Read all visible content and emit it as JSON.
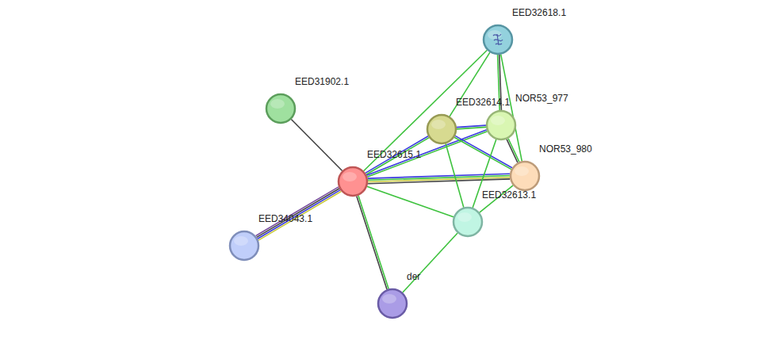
{
  "diagram": {
    "nodes": [
      {
        "text": [
          "EED32618.1"
        ]
      },
      {
        "text": [
          "EED31902.1"
        ]
      },
      {
        "text": [
          "EED32614.1"
        ]
      },
      {
        "text": [
          "NOR53_977"
        ]
      },
      {
        "text": [
          "EED32615.1"
        ]
      },
      {
        "text": [
          "NOR53_980"
        ]
      },
      {
        "text": [
          "EED32613.1"
        ]
      },
      {
        "text": [
          "EED34043.1"
        ]
      },
      {
        "text": [
          "der"
        ]
      }
    ],
    "edges": [
      {
        "from": 1,
        "to": 4,
        "arrow": "none"
      },
      {
        "from": 4,
        "to": 7,
        "arrow": "none"
      },
      {
        "from": 4,
        "to": 8,
        "arrow": "none"
      },
      {
        "from": 4,
        "to": 0,
        "arrow": "none"
      },
      {
        "from": 4,
        "to": 2,
        "arrow": "none"
      },
      {
        "from": 4,
        "to": 3,
        "arrow": "none"
      },
      {
        "from": 4,
        "to": 5,
        "arrow": "none"
      },
      {
        "from": 4,
        "to": 6,
        "arrow": "none"
      },
      {
        "from": 0,
        "to": 2,
        "arrow": "none"
      },
      {
        "from": 0,
        "to": 3,
        "arrow": "none"
      },
      {
        "from": 0,
        "to": 5,
        "arrow": "none"
      },
      {
        "from": 2,
        "to": 3,
        "arrow": "none"
      },
      {
        "from": 2,
        "to": 5,
        "arrow": "none"
      },
      {
        "from": 2,
        "to": 6,
        "arrow": "none"
      },
      {
        "from": 3,
        "to": 5,
        "arrow": "none"
      },
      {
        "from": 3,
        "to": 6,
        "arrow": "none"
      },
      {
        "from": 5,
        "to": 6,
        "arrow": "none"
      },
      {
        "from": 6,
        "to": 8,
        "arrow": "none"
      }
    ]
  }
}
